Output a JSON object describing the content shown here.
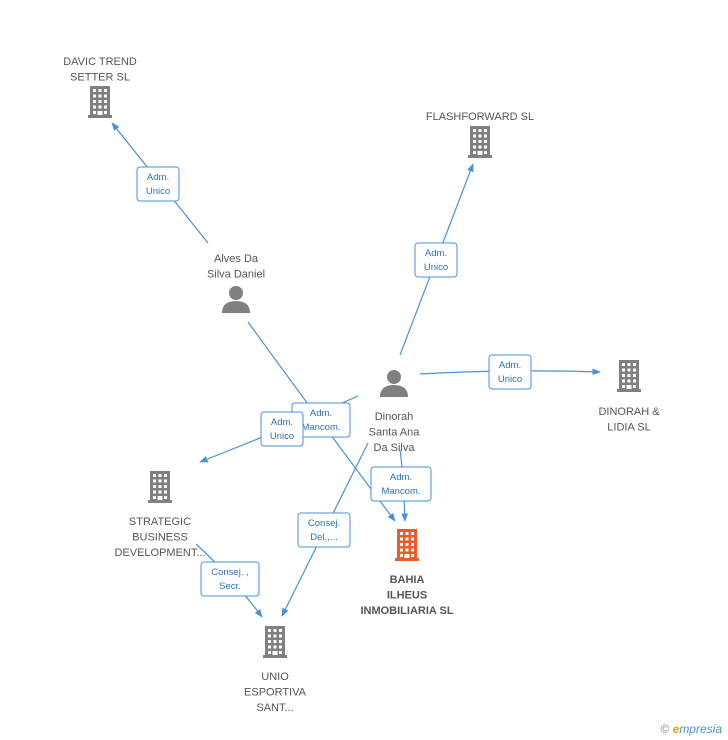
{
  "colors": {
    "edge": "#4a90d9",
    "company": "#808080",
    "main_company": "#f05a28",
    "person": "#808080"
  },
  "nodes": [
    {
      "id": "davic",
      "kind": "company",
      "lines": [
        "DAVIC TREND",
        "SETTER  SL"
      ]
    },
    {
      "id": "flash",
      "kind": "company",
      "lines": [
        "FLASHFORWARD SL"
      ]
    },
    {
      "id": "alves",
      "kind": "person",
      "lines": [
        "Alves Da",
        "Silva Daniel"
      ]
    },
    {
      "id": "dinorah",
      "kind": "person",
      "lines": [
        "Dinorah",
        "Santa Ana",
        "Da Silva"
      ]
    },
    {
      "id": "dinlidia",
      "kind": "company",
      "lines": [
        "DINORAH &",
        "LIDIA  SL"
      ]
    },
    {
      "id": "strategic",
      "kind": "company",
      "lines": [
        "STRATEGIC",
        "BUSINESS",
        "DEVELOPMENT..."
      ]
    },
    {
      "id": "bahia",
      "kind": "main_company",
      "lines": [
        "BAHIA",
        "ILHEUS",
        "INMOBILIARIA SL"
      ]
    },
    {
      "id": "unio",
      "kind": "company",
      "lines": [
        "UNIO",
        "ESPORTIVA",
        "SANT..."
      ]
    }
  ],
  "edges": [
    {
      "from": "alves",
      "to": "davic",
      "label": [
        "Adm.",
        "Unico"
      ]
    },
    {
      "from": "dinorah",
      "to": "flash",
      "label": [
        "Adm.",
        "Unico"
      ]
    },
    {
      "from": "dinorah",
      "to": "dinlidia",
      "label": [
        "Adm.",
        "Unico"
      ]
    },
    {
      "from": "alves",
      "to": "bahia",
      "label": [
        "Adm.",
        "Mancom."
      ]
    },
    {
      "from": "dinorah",
      "to": "strategic",
      "label": [
        "Adm.",
        "Unico"
      ]
    },
    {
      "from": "dinorah",
      "to": "bahia",
      "label": [
        "Adm.",
        "Mancom."
      ]
    },
    {
      "from": "dinorah",
      "to": "unio",
      "label": [
        "Consej.",
        "Del.,..."
      ]
    },
    {
      "from": "strategic",
      "to": "unio",
      "label": [
        "Consej. ,",
        "Secr."
      ]
    }
  ],
  "brand": {
    "copyright": "©",
    "name_first": "e",
    "name_rest": "mpresia"
  }
}
